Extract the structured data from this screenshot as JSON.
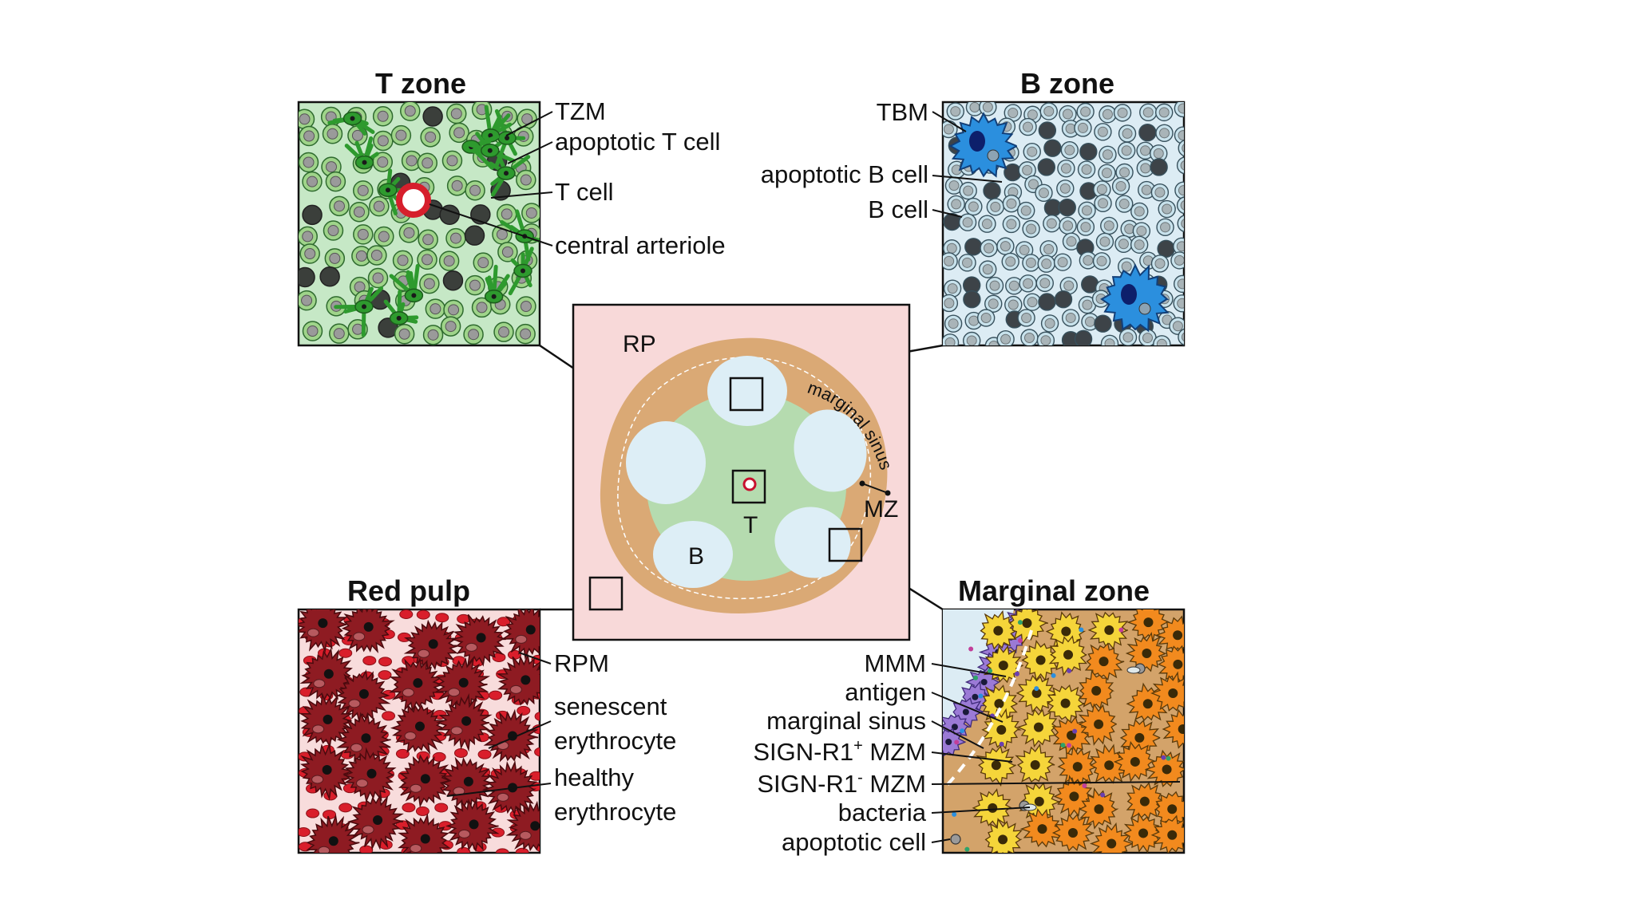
{
  "panels": {
    "t_zone": {
      "title": "T zone",
      "labels": [
        "TZM",
        "apoptotic T cell",
        "T cell",
        "central arteriole"
      ]
    },
    "b_zone": {
      "title": "B zone",
      "labels": [
        "TBM",
        "apoptotic B cell",
        "B cell"
      ]
    },
    "red_pulp": {
      "title": "Red pulp",
      "labels": [
        "RPM",
        "senescent",
        "erythrocyte",
        "healthy",
        "erythrocyte"
      ]
    },
    "marginal_zone": {
      "title": "Marginal zone",
      "labels": [
        "MMM",
        "antigen",
        "marginal sinus",
        "SIGN-R1",
        "+",
        "MZM",
        "SIGN-R1",
        "-",
        "MZM",
        "bacteria",
        "apoptotic cell"
      ]
    }
  },
  "center": {
    "rp": "RP",
    "t": "T",
    "b": "B",
    "mz": "MZ",
    "marginal_sinus": "marginal sinus"
  },
  "colors": {
    "t_zone_bg": "#c6e8c6",
    "b_zone_bg": "#dcecf4",
    "red_pulp_bg": "#f8dcdc",
    "marginal_bg": "#d3a36a",
    "center_bg": "#f8d9d9",
    "mz_ring": "#d3a16b",
    "t_area": "#b7dcb0",
    "follicle": "#ddeef6",
    "tzm": "#2e9a2e",
    "tbm": "#2b8fde",
    "rpm": "#8e1b22",
    "mzm_plus": "#f5d53a",
    "mzm_minus": "#f28a1e",
    "mmm": "#9b7ad6"
  }
}
